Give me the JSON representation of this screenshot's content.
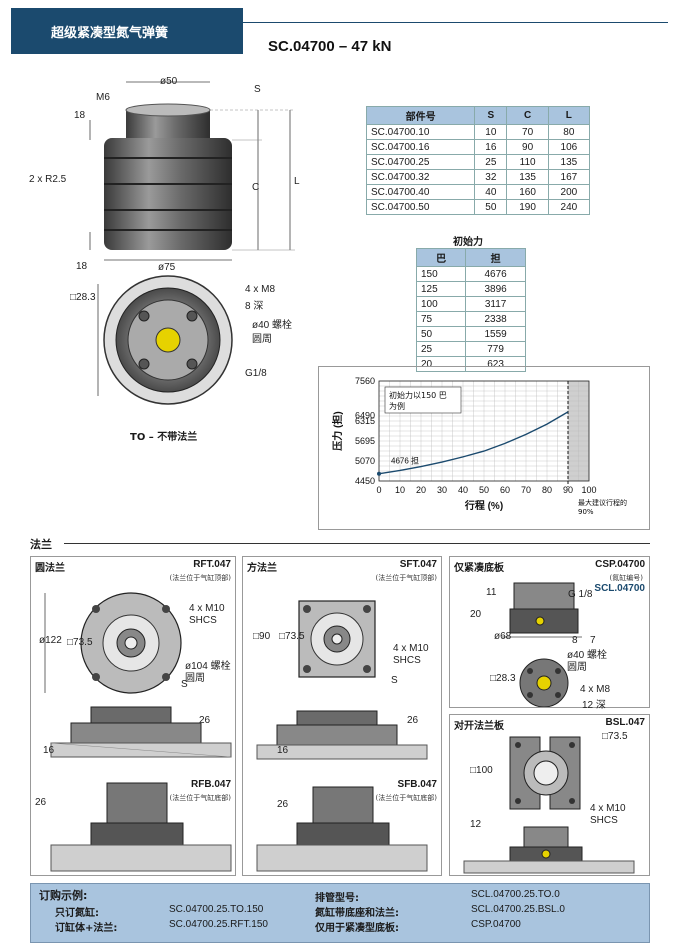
{
  "header": {
    "category": "超级紧凑型氮气弹簧",
    "model_title": "SC.04700 – 47 kN"
  },
  "main_drawing": {
    "dims": {
      "m6": "M6",
      "d50": "ø50",
      "s": "S",
      "h18_top": "18",
      "radius": "2 x R2.5",
      "c": "C",
      "l": "L",
      "h18_bottom": "18",
      "d75": "ø75",
      "sq28": "□28.3",
      "m8": "4 x M8",
      "deep8": "8 深",
      "bolt40": "ø40 螺栓",
      "circle": "圆周",
      "g18": "G1/8"
    },
    "caption": "TO – 不带法兰"
  },
  "part_table": {
    "headers": [
      "部件号",
      "S",
      "C",
      "L"
    ],
    "rows": [
      [
        "SC.04700.10",
        "10",
        "70",
        "80"
      ],
      [
        "SC.04700.16",
        "16",
        "90",
        "106"
      ],
      [
        "SC.04700.25",
        "25",
        "110",
        "135"
      ],
      [
        "SC.04700.32",
        "32",
        "135",
        "167"
      ],
      [
        "SC.04700.40",
        "40",
        "160",
        "200"
      ],
      [
        "SC.04700.50",
        "50",
        "190",
        "240"
      ]
    ]
  },
  "force_table": {
    "title": "初始力",
    "headers": [
      "巴",
      "担"
    ],
    "rows": [
      [
        "150",
        "4676"
      ],
      [
        "125",
        "3896"
      ],
      [
        "100",
        "3117"
      ],
      [
        "75",
        "2338"
      ],
      [
        "50",
        "1559"
      ],
      [
        "25",
        "779"
      ],
      [
        "20",
        "623"
      ]
    ]
  },
  "chart_data": {
    "type": "line",
    "x": [
      0,
      10,
      20,
      30,
      40,
      50,
      60,
      70,
      80,
      90
    ],
    "series": [
      {
        "values": [
          4676,
          4780,
          4900,
          5040,
          5200,
          5380,
          5620,
          5900,
          6220,
          6600
        ]
      }
    ],
    "xlabel": "行程 (%)",
    "ylabel": "压力 (担)",
    "xlim": [
      0,
      100
    ],
    "ylim": [
      4450,
      7560
    ],
    "xticks": [
      "0",
      "10",
      "20",
      "30",
      "40",
      "50",
      "60",
      "70",
      "80",
      "90",
      "100"
    ],
    "yticks": [
      "7560",
      "6490",
      "6315",
      "5695",
      "5070",
      "4450"
    ],
    "annotation_box": "初始力以150 巴为例",
    "annotation_start": "4676 担",
    "annotation_max": "最大建议行程的 90%",
    "grid": true
  },
  "flange_section": {
    "title": "法兰",
    "round": {
      "title": "圆法兰",
      "code": "RFT.047",
      "sub": "(法兰位于气缸顶部)",
      "code2": "RFB.047",
      "sub2": "(法兰位于气缸底部)",
      "dims": {
        "m10": "4 x M10",
        "shcs": "SHCS",
        "d122": "ø122",
        "sq73": "□73.5",
        "d104": "ø104 螺栓",
        "circle": "圆周",
        "s": "S",
        "h26": "26",
        "h16": "16",
        "h26b": "26"
      }
    },
    "square": {
      "title": "方法兰",
      "code": "SFT.047",
      "sub": "(法兰位于气缸顶部)",
      "code2": "SFB.047",
      "sub2": "(法兰位于气缸底部)",
      "dims": {
        "sq90": "□90",
        "sq73": "□73.5",
        "m10": "4 x M10",
        "shcs": "SHCS",
        "s": "S",
        "h26": "26",
        "h16": "16",
        "h26b": "26"
      }
    },
    "compact": {
      "title": "仅紧凑底板",
      "code": "CSP.04700",
      "sub": "(氮缸编号)",
      "code2": "SCL.04700",
      "dims": {
        "h11": "11",
        "h20": "20",
        "g18": "G 1/8",
        "d68": "ø68",
        "n8": "8",
        "n7": "7",
        "bolt40": "ø40 螺栓",
        "circle": "圆周",
        "sq28": "□28.3",
        "m8": "4 x M8",
        "deep12": "12 深"
      }
    },
    "split": {
      "title": "对开法兰板",
      "code": "BSL.047",
      "dims": {
        "sq73": "□73.5",
        "sq100": "□100",
        "m10": "4 x M10",
        "shcs": "SHCS",
        "h12": "12"
      }
    }
  },
  "order": {
    "title": "订购示例:",
    "left": [
      {
        "label": "只订氮缸:",
        "value": "SC.04700.25.TO.150"
      },
      {
        "label": "订缸体+法兰:",
        "value": "SC.04700.25.RFT.150"
      }
    ],
    "right": [
      {
        "label": "排管型号:",
        "value": "SCL.04700.25.TO.0"
      },
      {
        "label": "氮缸带底座和法兰:",
        "value": "SCL.04700.25.BSL.0"
      },
      {
        "label": "仅用于紧凑型底板:",
        "value": "CSP.04700"
      }
    ]
  }
}
